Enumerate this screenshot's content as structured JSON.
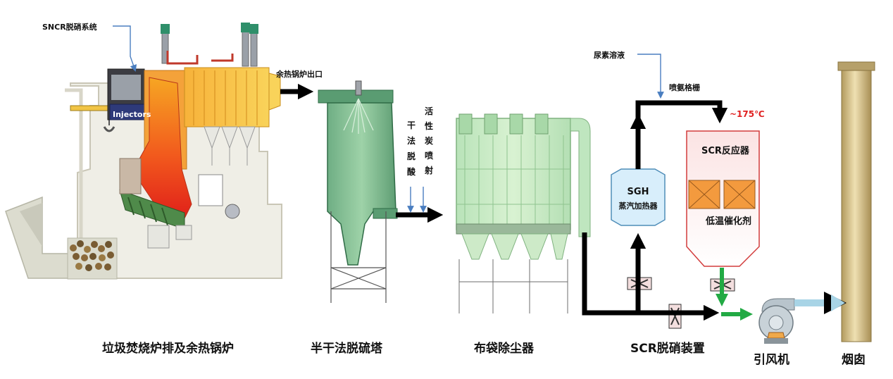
{
  "labels": {
    "sncr": "SNCR脱硝系统",
    "injectors": "Injectors",
    "boiler_outlet": "余热锅炉出口",
    "dry_deacid": [
      "干",
      "法",
      "脱",
      "酸"
    ],
    "activated_carbon": [
      "活",
      "性",
      "炭",
      "喷",
      "射"
    ],
    "urea": "尿素溶液",
    "ammonia_grid": "喷氨格栅",
    "temperature": "~175℃",
    "scr_reactor": "SCR反应器",
    "sgh_line1": "SGH",
    "sgh_line2": "蒸汽加热器",
    "catalyst": "低温催化剂"
  },
  "stages": {
    "incinerator": "垃圾焚烧炉排及余热锅炉",
    "scrubber": "半干法脱硫塔",
    "baghouse": "布袋除尘器",
    "scr": "SCR脱硝装置",
    "fan": "引风机",
    "chimney": "烟囱"
  },
  "colors": {
    "flow": "#000000",
    "callout": "#4a7ec0",
    "temperature": "#e02020",
    "green_flow": "#22aa44",
    "exhaust": "#a8d4e6"
  }
}
